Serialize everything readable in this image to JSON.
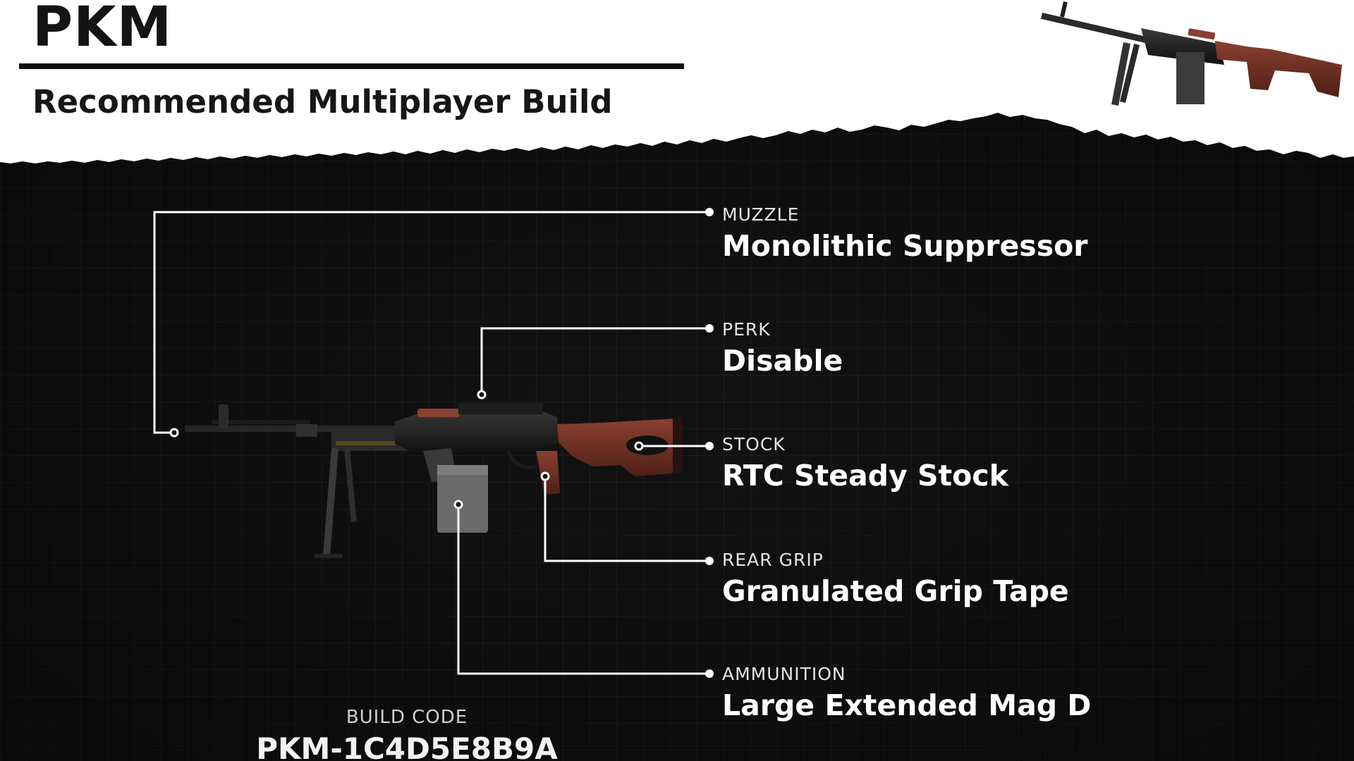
{
  "header": {
    "title": "PKM",
    "subtitle": "Recommended Multiplayer Build"
  },
  "attachments": [
    {
      "category": "MUZZLE",
      "name": "Monolithic Suppressor"
    },
    {
      "category": "PERK",
      "name": "Disable"
    },
    {
      "category": "STOCK",
      "name": "RTC Steady Stock"
    },
    {
      "category": "REAR GRIP",
      "name": "Granulated Grip Tape"
    },
    {
      "category": "AMMUNITION",
      "name": "Large Extended Mag D"
    }
  ],
  "build": {
    "label": "BUILD CODE",
    "code": "PKM-1C4D5E8B9A"
  },
  "colors": {
    "paper": "#ffffff",
    "board": "#121212",
    "grid": "#2a2a2a",
    "leader_line": "#ffffff",
    "wood": "#6e3324"
  },
  "icons": {
    "hero_weapon": "machine-gun-image",
    "thumbnail_weapon": "machine-gun-thumbnail-image"
  }
}
